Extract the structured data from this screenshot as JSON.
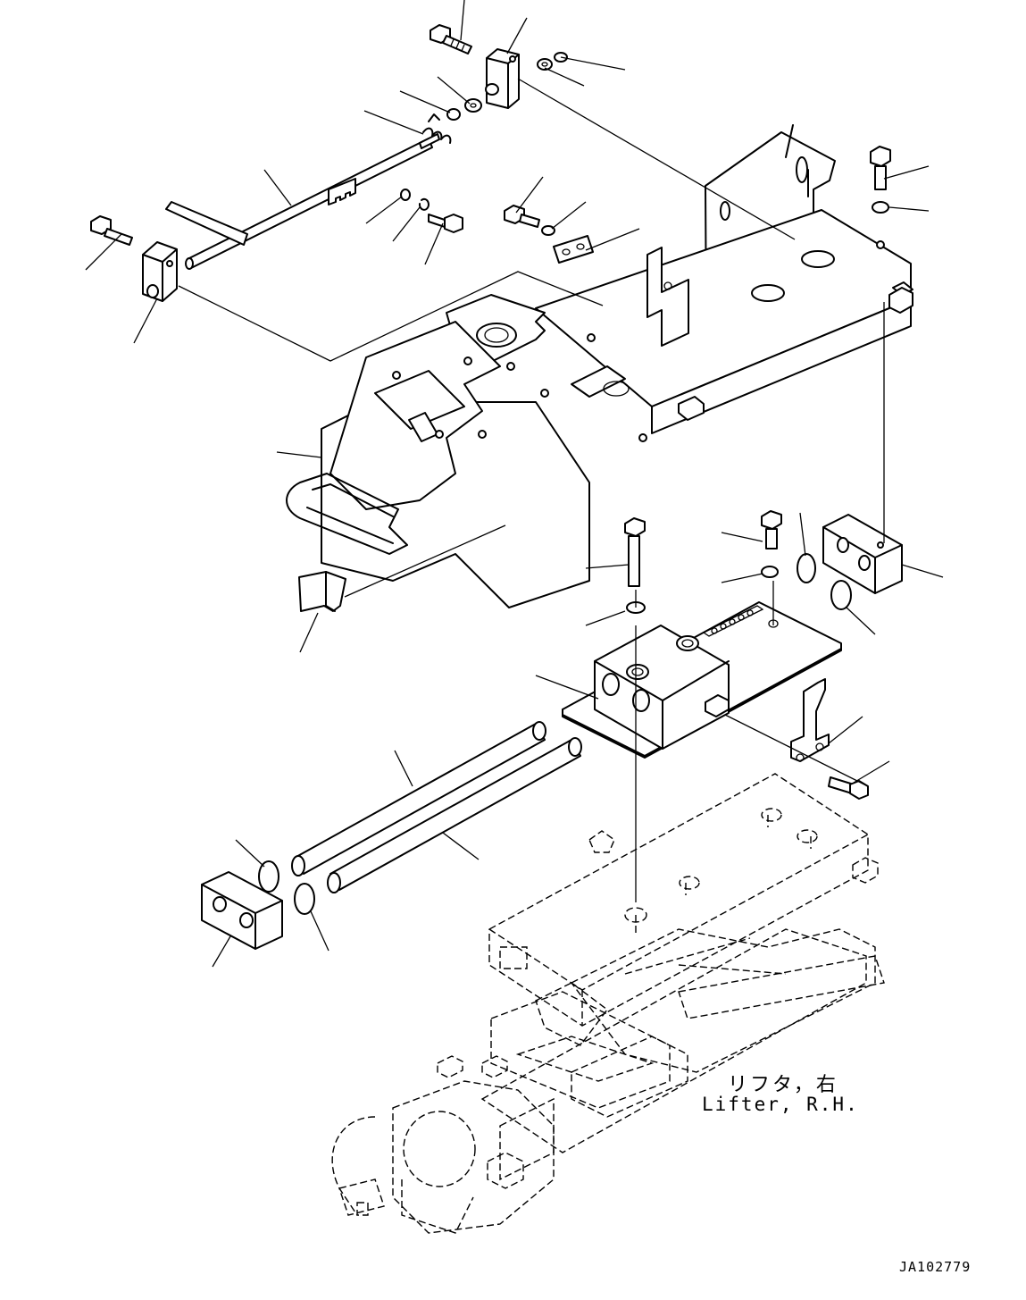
{
  "labels": {
    "lifter_jp": "リフタ，右",
    "lifter_en": "Lifter, R.H.",
    "drawing_code": "JA102779"
  }
}
